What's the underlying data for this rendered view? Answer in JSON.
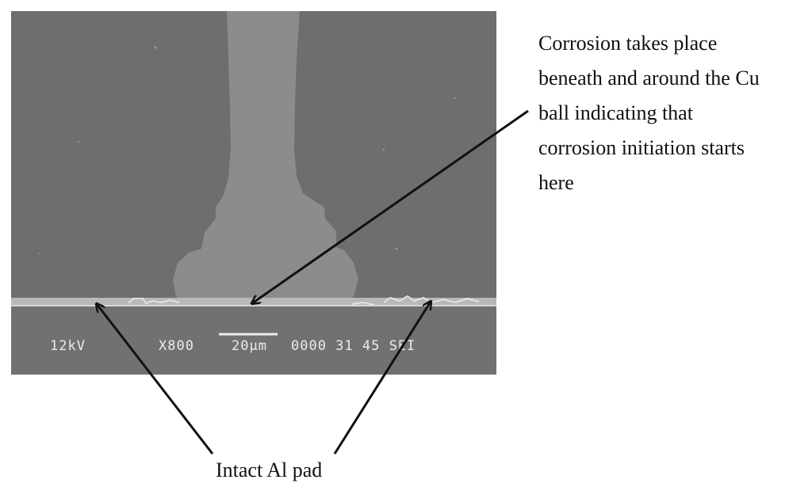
{
  "sem_image": {
    "colors": {
      "background": "#6e6e6e",
      "wire": "#8c8c8c",
      "layer": "#b8b8b8",
      "info_bar": "#717171"
    },
    "info_bar": {
      "voltage": "12kV",
      "magnification": "X800",
      "scale_label": "20µm",
      "image_id": "0000 31 45 SEI"
    }
  },
  "annotations": {
    "corrosion_lines": [
      "Corrosion takes place",
      "beneath and around the Cu",
      "ball indicating that",
      "corrosion initiation starts",
      "here"
    ],
    "al_pad_label": "Intact Al pad"
  }
}
